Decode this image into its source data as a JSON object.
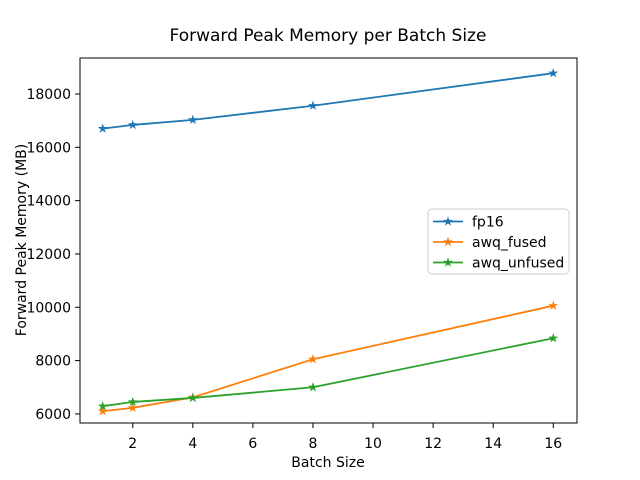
{
  "chart_data": {
    "type": "line",
    "title": "Forward Peak Memory per Batch Size",
    "xlabel": "Batch Size",
    "ylabel": "Forward Peak Memory (MB)",
    "x": [
      1,
      2,
      4,
      8,
      16
    ],
    "series": [
      {
        "name": "fp16",
        "color": "#1f77b4",
        "marker": "star",
        "values": [
          16700,
          16840,
          17030,
          17560,
          18780
        ]
      },
      {
        "name": "awq_fused",
        "color": "#ff7f0e",
        "marker": "star",
        "values": [
          6100,
          6230,
          6620,
          8050,
          10060
        ]
      },
      {
        "name": "awq_unfused",
        "color": "#2ca02c",
        "marker": "star",
        "values": [
          6290,
          6450,
          6600,
          7000,
          8840
        ]
      }
    ],
    "xticks": [
      2,
      4,
      6,
      8,
      10,
      12,
      14,
      16
    ],
    "yticks": [
      6000,
      8000,
      10000,
      12000,
      14000,
      16000,
      18000
    ],
    "xlim": [
      0.244,
      16.79
    ],
    "ylim": [
      5660,
      19350
    ],
    "grid": false,
    "legend": {
      "position": "center right",
      "entries": [
        "fp16",
        "awq_fused",
        "awq_unfused"
      ]
    },
    "colors": {
      "axis": "#000000",
      "background": "#ffffff",
      "legend_border": "#cccccc"
    }
  }
}
